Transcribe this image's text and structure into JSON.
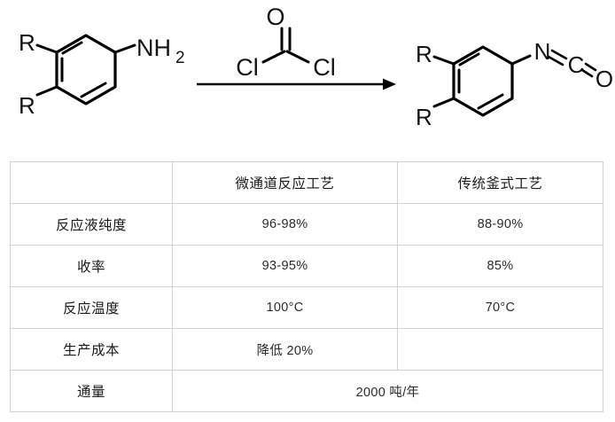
{
  "reaction": {
    "reactant": {
      "name": "substituted-aniline",
      "substituent_upper": "R",
      "substituent_lower": "R",
      "functional_group": "NH",
      "functional_group_subscript": "2"
    },
    "reagent": {
      "name": "phosgene",
      "top_atom": "O",
      "left_atom": "Cl",
      "right_atom": "Cl"
    },
    "arrow": {
      "name": "reaction-arrow",
      "direction": "right"
    },
    "product": {
      "name": "aryl-isocyanate",
      "substituent_upper": "R",
      "substituent_lower": "R",
      "group_n": "N",
      "group_c": "C",
      "group_o": "O"
    }
  },
  "table": {
    "headers": [
      "",
      "微通道反应工艺",
      "传统釜式工艺"
    ],
    "rows": [
      {
        "label": "反应液纯度",
        "micro": "96-98%",
        "trad": "88-90%",
        "span": false
      },
      {
        "label": "收率",
        "micro": "93-95%",
        "trad": "85%",
        "span": false
      },
      {
        "label": "反应温度",
        "micro": "100°C",
        "trad": "70°C",
        "span": false
      },
      {
        "label": "生产成本",
        "micro": "降低 20%",
        "trad": "",
        "span": false
      },
      {
        "label": "通量",
        "micro": "2000 吨/年",
        "trad": "",
        "span": true
      }
    ]
  },
  "colors": {
    "stroke": "#000000",
    "border": "#d2d2d2",
    "text": "#1a1a1a",
    "background": "#ffffff"
  }
}
